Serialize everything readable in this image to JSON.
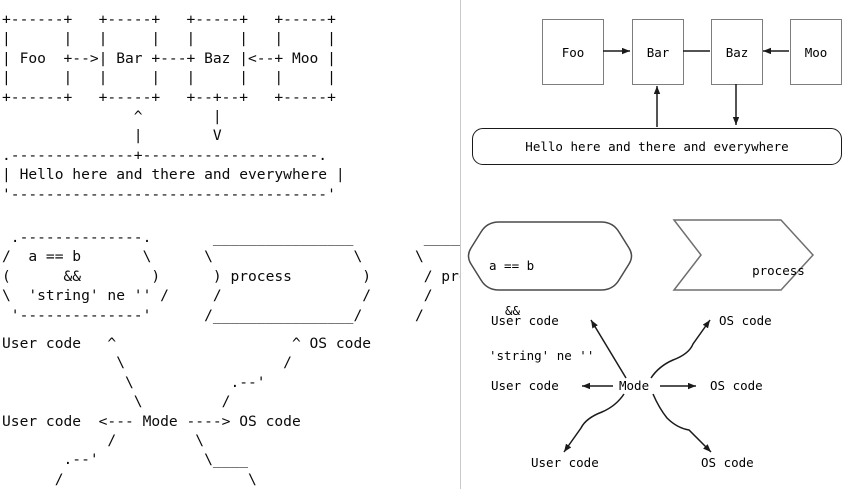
{
  "left_panel": {
    "name": "ascii-source-panel",
    "ascii_boxes": "+------+   +-----+   +-----+   +-----+\n|      |   |     |   |     |   |     |\n| Foo  +-->| Bar +---+ Baz |<--+ Moo |\n|      |   |     |   |     |   |     |\n+------+   +-----+   +--+--+   +-----+\n               ^        |\n               |        V\n.--------------+--------------------.\n| Hello here and there and everywhere |\n'------------------------------------'",
    "ascii_shapes": " .--------------.       ________________        ______\n/  a == b       \\      \\                \\      \\\n(      &&        )      ) process        )      / proces\n\\  'string' ne '' /     /                /      /\n '--------------'      /________________/      /",
    "ascii_mode": "User code   ^                    ^ OS code\n             \\                  /\n              \\           .--'\n               \\         /\nUser code  <--- Mode ----> OS code\n            /         \\\n       .--'            \\____\n      /                     \\\n      v                      v"
  },
  "right_panel": {
    "name": "rendered-diagram-panel",
    "flow": {
      "nodes": [
        {
          "id": "foo",
          "label": "Foo"
        },
        {
          "id": "bar",
          "label": "Bar"
        },
        {
          "id": "baz",
          "label": "Baz"
        },
        {
          "id": "moo",
          "label": "Moo"
        }
      ],
      "note": {
        "id": "hello",
        "label": "Hello here and there and everywhere"
      }
    },
    "shapes": {
      "condition": {
        "line1": "a == b",
        "line2": "&&",
        "line3": "'string' ne ''"
      },
      "process": {
        "label": "process"
      }
    },
    "mode": {
      "center": "Mode",
      "up_left": "User code",
      "up_right": "OS code",
      "left": "User code",
      "right": "OS code",
      "down_left": "User code",
      "down_right": "OS code"
    }
  },
  "colors": {
    "box_border": "#7d7d7d",
    "note_border": "#1a1a1a",
    "arrow": "#1a1a1a",
    "divider": "#c9c9c9",
    "text": "#0a0a0a",
    "background": "#ffffff"
  }
}
